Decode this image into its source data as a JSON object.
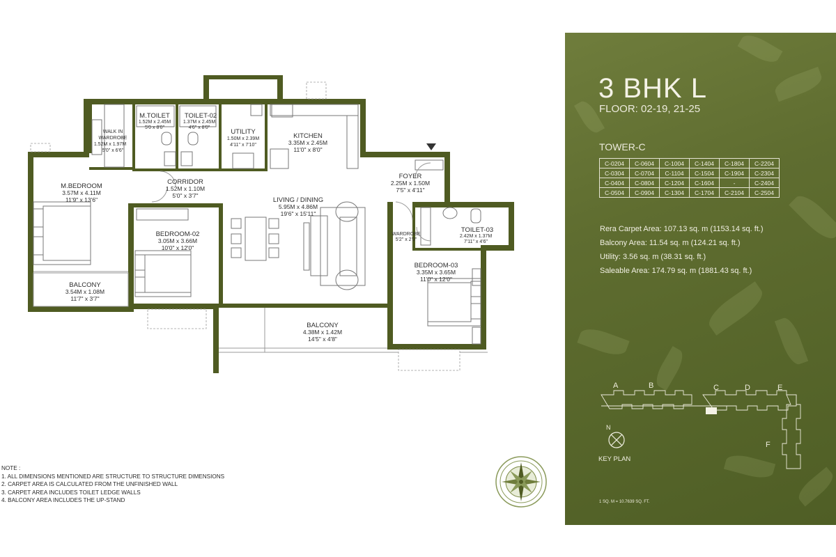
{
  "rooms": {
    "mbedroom": {
      "name": "M.BEDROOM",
      "dim_m": "3.57M x 4.11M",
      "dim_ft": "11'9\" x 13'6\""
    },
    "walkin": {
      "name1": "WALK IN",
      "name2": "WARDROBE",
      "dim_m": "1.52M x 1.97M",
      "dim_ft": "5'0\" x 6'6\""
    },
    "mtoilet": {
      "name": "M.TOILET",
      "dim_m": "1.52M x 2.45M",
      "dim_ft": "5'0 x 8'0\""
    },
    "toilet02": {
      "name": "TOILET-02",
      "dim_m": "1.37M x 2.45M",
      "dim_ft": "4'6\" x 8'0\""
    },
    "utility": {
      "name": "UTILITY",
      "dim_m": "1.50M x 2.39M",
      "dim_ft": "4'11\" x 7'10\""
    },
    "kitchen": {
      "name": "KITCHEN",
      "dim_m": "3.35M x 2.45M",
      "dim_ft": "11'0\" x 8'0\""
    },
    "corridor": {
      "name": "CORRIDOR",
      "dim_m": "1.52M x 1.10M",
      "dim_ft": "5'0\" x 3'7\""
    },
    "foyer": {
      "name": "FOYER",
      "dim_m": "2.25M x 1.50M",
      "dim_ft": "7'5\" x 4'11\""
    },
    "living": {
      "name": "LIVING / DINING",
      "dim_m": "5.95M x 4.86M",
      "dim_ft": "19'6\" x 15'11\""
    },
    "bedroom02": {
      "name": "BEDROOM-02",
      "dim_m": "3.05M x 3.66M",
      "dim_ft": "10'0\" x 12'0\""
    },
    "wardrobe": {
      "name": "WARDROBE",
      "dim_ft": "5'2\" x 2'0\""
    },
    "toilet03": {
      "name": "TOILET-03",
      "dim_m": "2.42M x 1.37M",
      "dim_ft": "7'11\" x 4'6\""
    },
    "bedroom03": {
      "name": "BEDROOM-03",
      "dim_m": "3.35M x 3.65M",
      "dim_ft": "11'0\" x 12'0\""
    },
    "balcony1": {
      "name": "BALCONY",
      "dim_m": "3.54M x 1.08M",
      "dim_ft": "11'7\" x 3'7\""
    },
    "balcony2": {
      "name": "BALCONY",
      "dim_m": "4.38M x 1.42M",
      "dim_ft": "14'5\" x 4'8\""
    }
  },
  "notes": {
    "heading": "NOTE :",
    "items": [
      "1. ALL DIMENSIONS MENTIONED ARE STRUCTURE TO STRUCTURE DIMENSIONS",
      "2. CARPET AREA IS CALCULATED FROM THE UNFINISHED WALL",
      "3. CARPET AREA INCLUDES TOILET LEDGE WALLS",
      "4. BALCONY AREA INCLUDES THE UP-STAND"
    ]
  },
  "panel": {
    "title": "3 BHK L",
    "floor": "FLOOR: 02-19, 21-25",
    "tower": "TOWER-C",
    "units": [
      [
        "C-0204",
        "C-0604",
        "C-1004",
        "C-1404",
        "C-1804",
        "C-2204"
      ],
      [
        "C-0304",
        "C-0704",
        "C-1104",
        "C-1504",
        "C-1904",
        "C-2304"
      ],
      [
        "C-0404",
        "C-0804",
        "C-1204",
        "C-1604",
        "-",
        "C-2404"
      ],
      [
        "C-0504",
        "C-0904",
        "C-1304",
        "C-1704",
        "C-2104",
        "C-2504"
      ]
    ],
    "areas": {
      "rera": "Rera Carpet Area: 107.13 sq. m (1153.14 sq. ft.)",
      "balcony": "Balcony Area: 11.54 sq. m (124.21 sq. ft.)",
      "utility": "Utility: 3.56 sq. m (38.31 sq. ft.)",
      "saleable": "Saleable Area: 174.79 sq. m (1881.43 sq. ft.)"
    },
    "key_plan": {
      "label": "KEY PLAN",
      "north": "N",
      "towers": [
        "A",
        "B",
        "C",
        "D",
        "E",
        "F"
      ]
    },
    "conversion": "1 SQ. M = 10.7639 SQ. FT."
  },
  "colors": {
    "wall": "#4f5b22",
    "panel": "#5f6d30",
    "line": "#8a8a8a"
  }
}
